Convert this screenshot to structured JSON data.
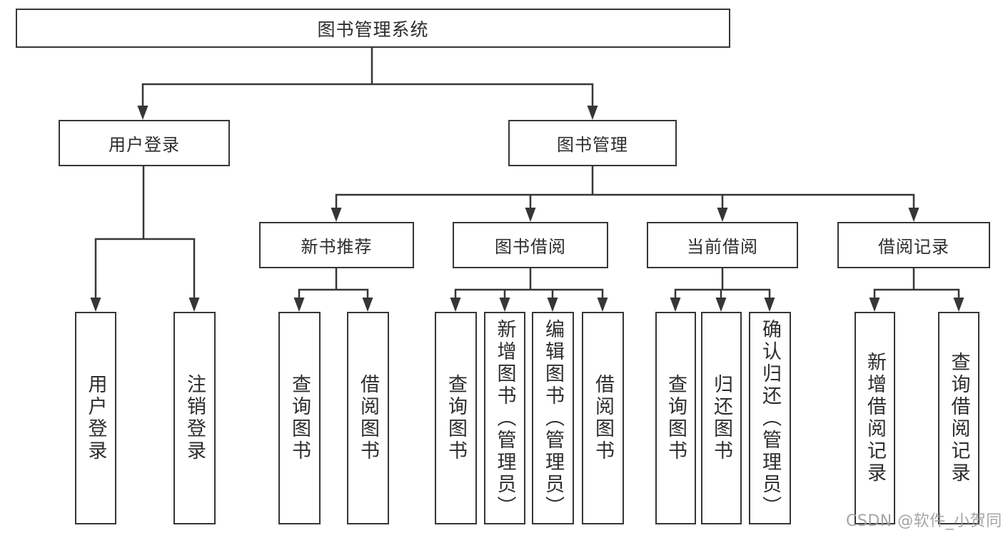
{
  "colors": {
    "line": "#363636",
    "text": "#2d2d2d",
    "background": "#ffffff",
    "watermark": "#9c9c9c"
  },
  "tree": {
    "root": "图书管理系统",
    "children": [
      {
        "label": "用户登录",
        "children": [
          "用户登录",
          "注销登录"
        ]
      },
      {
        "label": "图书管理",
        "children": [
          {
            "label": "新书推荐",
            "children": [
              "查询图书",
              "借阅图书"
            ]
          },
          {
            "label": "图书借阅",
            "children": [
              "查询图书",
              "新增图书（管理员）",
              "编辑图书（管理员）",
              "借阅图书"
            ]
          },
          {
            "label": "当前借阅",
            "children": [
              "查询图书",
              "归还图书",
              "确认归还（管理员）"
            ]
          },
          {
            "label": "借阅记录",
            "children": [
              "新增借阅记录",
              "查询借阅记录"
            ]
          }
        ]
      }
    ]
  },
  "watermark": {
    "text": "CSDN @软件_小贺同学"
  }
}
